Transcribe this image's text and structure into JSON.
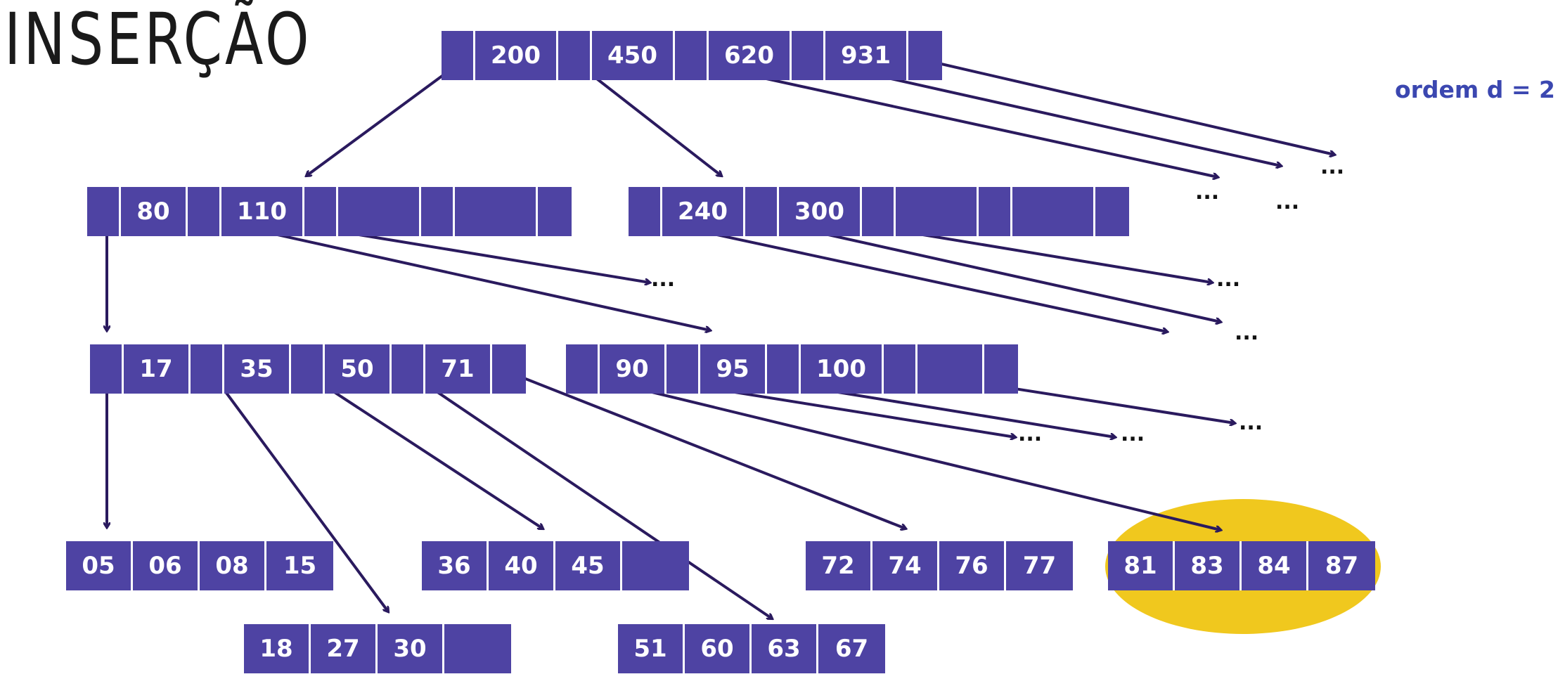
{
  "title": "INSERÇÃO",
  "order_label": "ordem d = 2",
  "ellipsis": "...",
  "root": {
    "keys": [
      "200",
      "450",
      "620",
      "931"
    ]
  },
  "level1": [
    {
      "keys": [
        "80",
        "110",
        "",
        ""
      ]
    },
    {
      "keys": [
        "240",
        "300",
        "",
        ""
      ]
    }
  ],
  "level2": [
    {
      "keys": [
        "17",
        "35",
        "50",
        "71"
      ]
    },
    {
      "keys": [
        "90",
        "95",
        "100",
        ""
      ]
    }
  ],
  "leaves": [
    {
      "keys": [
        "05",
        "06",
        "08",
        "15"
      ]
    },
    {
      "keys": [
        "18",
        "27",
        "30",
        ""
      ]
    },
    {
      "keys": [
        "36",
        "40",
        "45",
        ""
      ]
    },
    {
      "keys": [
        "51",
        "60",
        "63",
        "67"
      ]
    },
    {
      "keys": [
        "72",
        "74",
        "76",
        "77"
      ]
    },
    {
      "keys": [
        "81",
        "83",
        "84",
        "87"
      ],
      "highlighted": true
    }
  ],
  "colors": {
    "node_fill": "#4e43a3",
    "arrow": "#2a1a5e",
    "highlight": "#f0c81e",
    "order_text": "#3b47b0"
  }
}
